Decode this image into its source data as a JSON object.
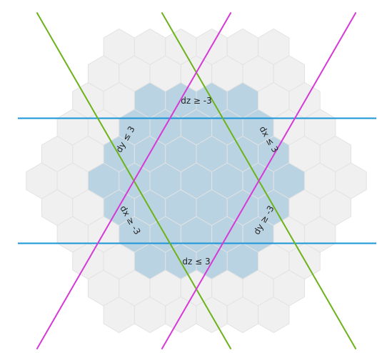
{
  "diagram": {
    "grid_radius": 5,
    "highlight_radius": 3,
    "colors": {
      "background": "#ffffff",
      "hex_fill": "#f0f0f0",
      "hex_stroke": "#e2e2e2",
      "highlight_fill": "#bad3e2",
      "dz_line": "#1a96d8",
      "dx_line": "#6cb31a",
      "dy_line": "#d63ad6"
    },
    "constraints": [
      {
        "axis": "dz",
        "bound": -3,
        "label": "dz ≥ -3"
      },
      {
        "axis": "dz",
        "bound": 3,
        "label": "dz ≤ 3"
      },
      {
        "axis": "dx",
        "bound": 3,
        "label": "dx ≤ 3"
      },
      {
        "axis": "dx",
        "bound": -3,
        "label": "dx ≥ -3"
      },
      {
        "axis": "dy",
        "bound": 3,
        "label": "dy ≤ 3"
      },
      {
        "axis": "dy",
        "bound": -3,
        "label": "dy ≥ -3"
      }
    ]
  }
}
